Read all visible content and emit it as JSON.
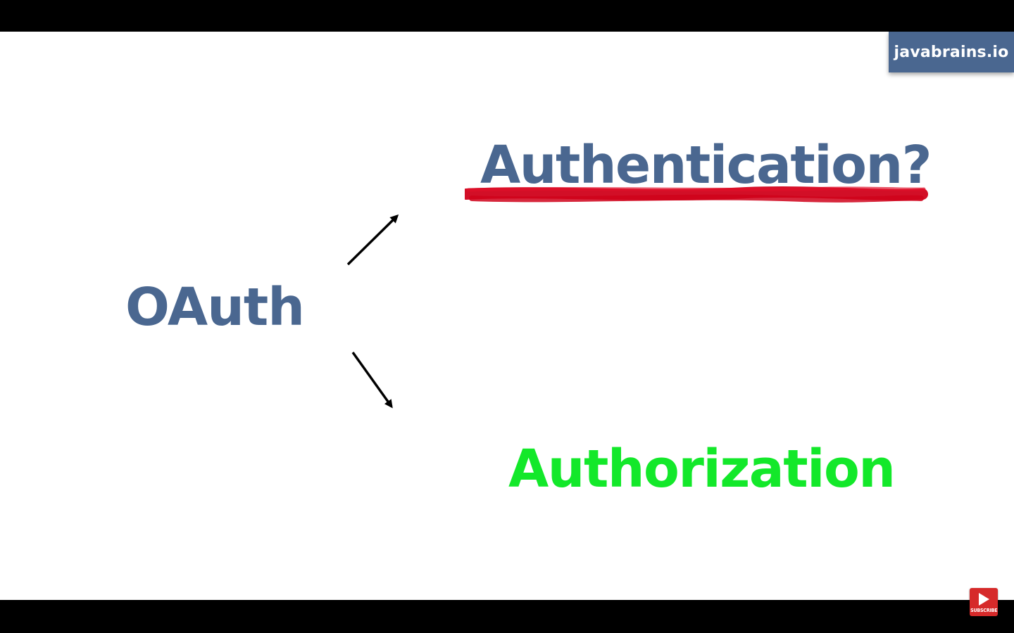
{
  "brand": {
    "label": "javabrains.io",
    "bg_color": "#4a6790"
  },
  "slide": {
    "source_term": "OAuth",
    "crossed_out_term": "Authentication?",
    "result_term": "Authorization",
    "text_color": "#4a6790",
    "highlight_color": "#13e82a",
    "strike_color": "#d0021b"
  },
  "subscribe_button": {
    "label": "SUBSCRIBE",
    "icon": "play-icon",
    "color": "#d62a2a"
  }
}
